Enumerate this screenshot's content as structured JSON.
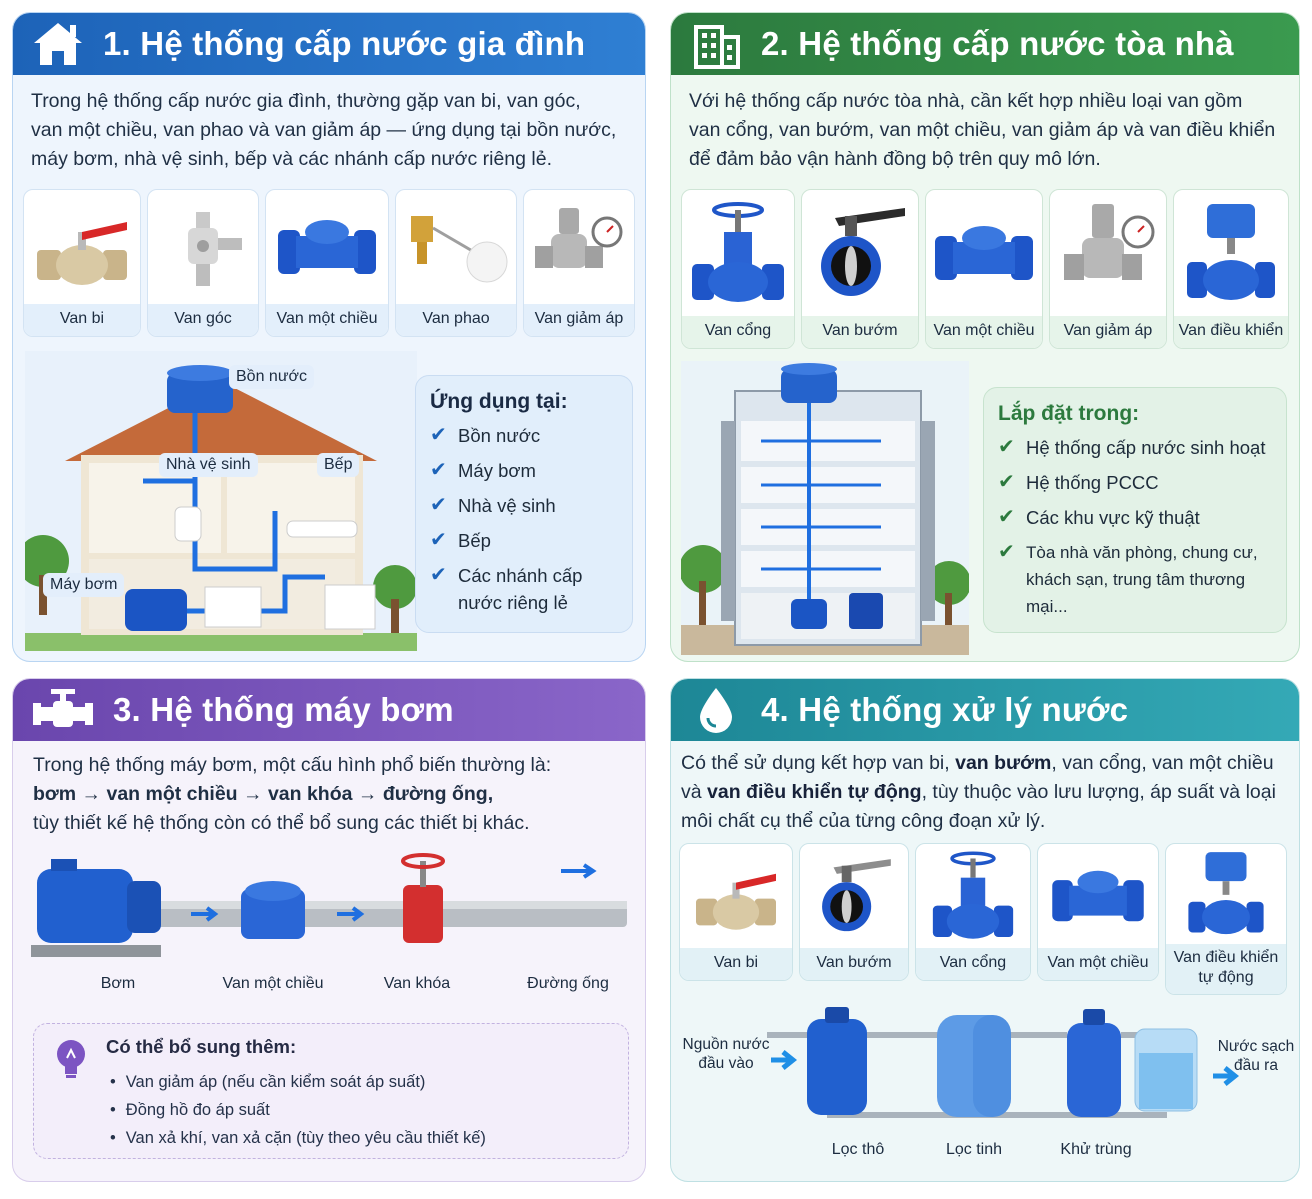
{
  "panel1": {
    "title": "1. Hệ thống cấp nước gia đình",
    "icon": "house-icon",
    "intro": [
      "Trong hệ thống cấp nước gia đình, thường gặp van bi, van góc,",
      "van một chiều, van phao và van giảm áp — ứng dụng tại bồn nước,",
      "máy bơm, nhà vệ sinh, bếp và các nhánh cấp nước riêng lẻ."
    ],
    "valves": [
      "Van bi",
      "Van góc",
      "Van một chiều",
      "Van phao",
      "Van giảm áp"
    ],
    "house_labels": {
      "tank": "Bồn nước",
      "wc": "Nhà vệ sinh",
      "kitchen": "Bếp",
      "pump": "Máy bơm"
    },
    "apps_title": "Ứng dụng tại:",
    "apps": [
      "Bồn nước",
      "Máy bơm",
      "Nhà vệ sinh",
      "Bếp",
      "Các nhánh cấp nước riêng lẻ"
    ],
    "color": "#1d63b8"
  },
  "panel2": {
    "title": "2. Hệ thống cấp nước tòa nhà",
    "icon": "building-icon",
    "intro": [
      "Với hệ thống cấp nước tòa nhà, cần kết hợp nhiều loại van gồm",
      "van cổng, van bướm, van một chiều, van giảm áp và van điều khiển",
      "để đảm bảo vận hành đồng bộ trên quy mô lớn."
    ],
    "valves": [
      "Van cổng",
      "Van bướm",
      "Van một chiều",
      "Van giảm áp",
      "Van điều khiển"
    ],
    "install_title": "Lắp đặt trong:",
    "install": [
      "Hệ thống cấp nước sinh hoạt",
      "Hệ thống PCCC",
      "Các khu vực kỹ thuật",
      "Tòa nhà văn phòng, chung cư, khách sạn, trung tâm thương mại..."
    ],
    "color": "#2c7a3e"
  },
  "panel3": {
    "title": "3. Hệ thống máy bơm",
    "icon": "valve-pipe-icon",
    "intro_line1": "Trong hệ thống máy bơm, một cấu hình phổ biến thường là:",
    "chain": [
      "bơm",
      "van một chiều",
      "van khóa",
      "đường ống"
    ],
    "intro_line3": "tùy thiết kế hệ thống còn có thể bổ sung các thiết bị khác.",
    "flow_labels": [
      "Bơm",
      "Van một chiều",
      "Van khóa",
      "Đường ống"
    ],
    "note_title": "Có thể bổ sung thêm:",
    "note_items": [
      "Van giảm áp (nếu cần kiểm soát áp suất)",
      "Đồng hồ đo áp suất",
      "Van xả khí, van xả cặn (tùy theo yêu cầu thiết kế)"
    ],
    "color": "#6a46ad"
  },
  "panel4": {
    "title": "4. Hệ thống xử lý nước",
    "icon": "water-drop-icon",
    "intro_a": "Có thể sử dụng kết hợp van bi, ",
    "intro_b": "van bướm",
    "intro_c": ", van cổng, van một chiều",
    "intro_d": "và ",
    "intro_e": "van điều khiển tự động",
    "intro_f": ", tùy thuộc vào lưu lượng, áp suất và loại",
    "intro_g": "môi chất cụ thể của từng công đoạn xử lý.",
    "valves": [
      "Van bi",
      "Van bướm",
      "Van cổng",
      "Van một chiều",
      "Van điều khiển tự động"
    ],
    "source_in": "Nguồn nước đầu vào",
    "clean_out": "Nước sạch đầu ra",
    "stages": [
      "Lọc thô",
      "Lọc tinh",
      "Khử trùng"
    ],
    "color": "#1d8796"
  }
}
